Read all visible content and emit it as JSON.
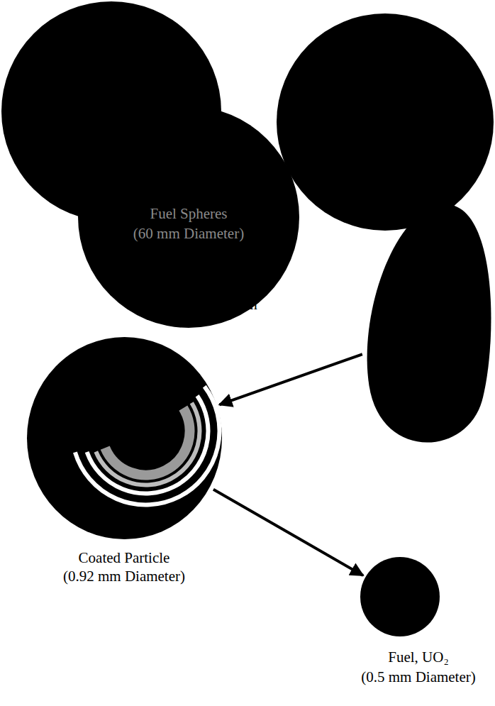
{
  "diagram": {
    "nodes": [
      {
        "text": [
          "Fuel Spheres",
          "(60 mm Diameter)"
        ]
      },
      {
        "text": [
          "Half Section"
        ]
      },
      {
        "text": [
          "Coated Particle",
          "(0.92 mm Diameter)"
        ]
      },
      {
        "text": [
          "Fuel, UO₂",
          "(0.5 mm Diameter)"
        ]
      }
    ],
    "edges": [
      {
        "from": 1,
        "to": 2,
        "arrow": "to"
      },
      {
        "from": 2,
        "to": 3,
        "arrow": "to"
      }
    ]
  }
}
